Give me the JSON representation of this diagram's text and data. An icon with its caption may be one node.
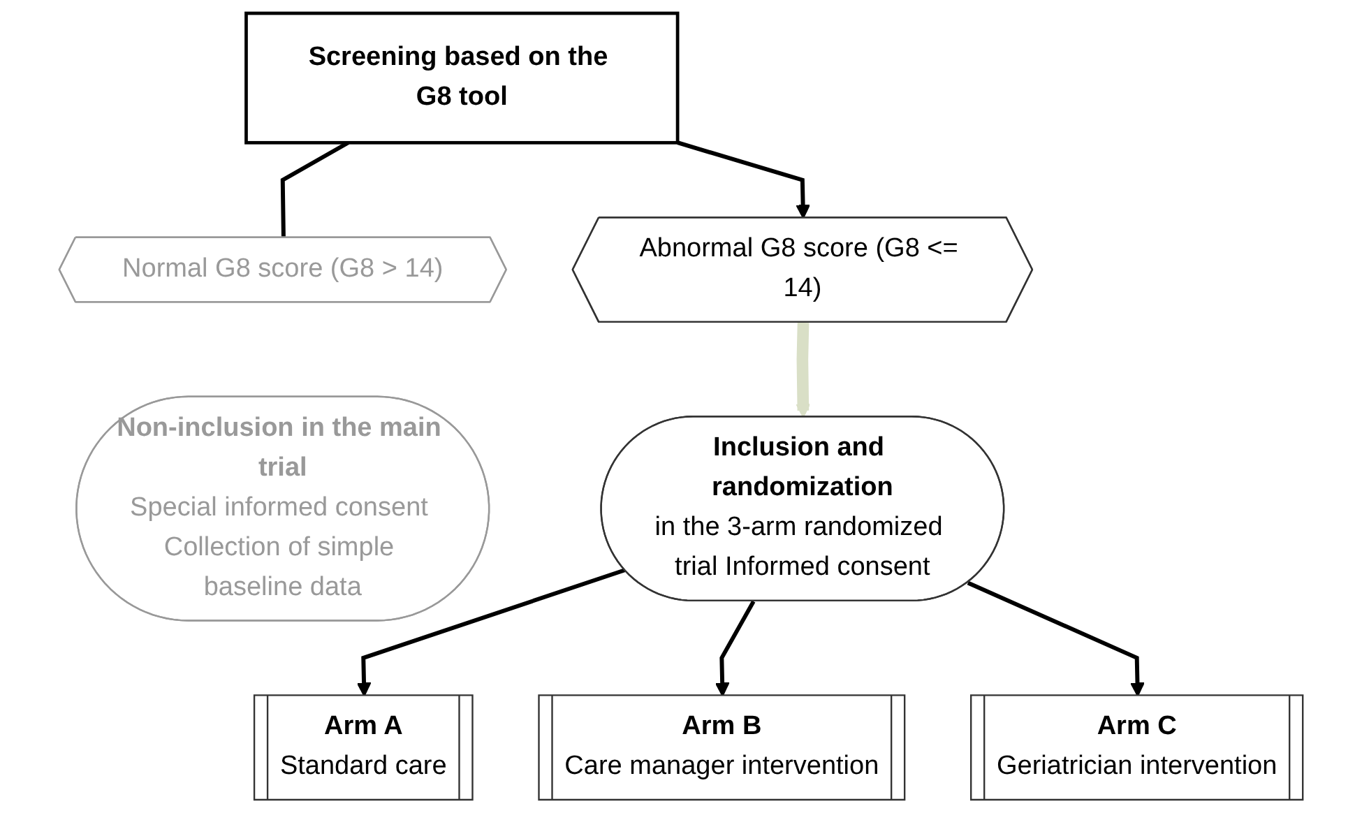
{
  "diagram": {
    "nodes": [
      {
        "text": [
          "Screening based on the G8 tool"
        ]
      },
      {
        "text": [
          "Normal G8 score (G8 > 14)"
        ]
      },
      {
        "text": [
          "Abnormal G8 score (G8 <= 14)"
        ]
      },
      {
        "text": [
          "Non-inclusion in the main trial",
          "Special informed consent Collection of simple baseline data"
        ]
      },
      {
        "text": [
          "Inclusion and randomization",
          "in the 3-arm randomized trial Informed consent"
        ]
      },
      {
        "text": [
          "Arm A",
          "Standard care"
        ]
      },
      {
        "text": [
          "Arm B",
          "Care manager intervention"
        ]
      },
      {
        "text": [
          "Arm C",
          "Geriatrician intervention"
        ]
      }
    ],
    "edges": [
      {
        "from": 0,
        "to": 1,
        "arrow": "none"
      },
      {
        "from": 0,
        "to": 2,
        "arrow": "to"
      },
      {
        "from": 2,
        "to": 4,
        "arrow": "to",
        "style": "thick",
        "color": "#d9dfc6"
      },
      {
        "from": 4,
        "to": 5,
        "arrow": "to"
      },
      {
        "from": 4,
        "to": 6,
        "arrow": "to"
      },
      {
        "from": 4,
        "to": 7,
        "arrow": "to"
      }
    ]
  }
}
